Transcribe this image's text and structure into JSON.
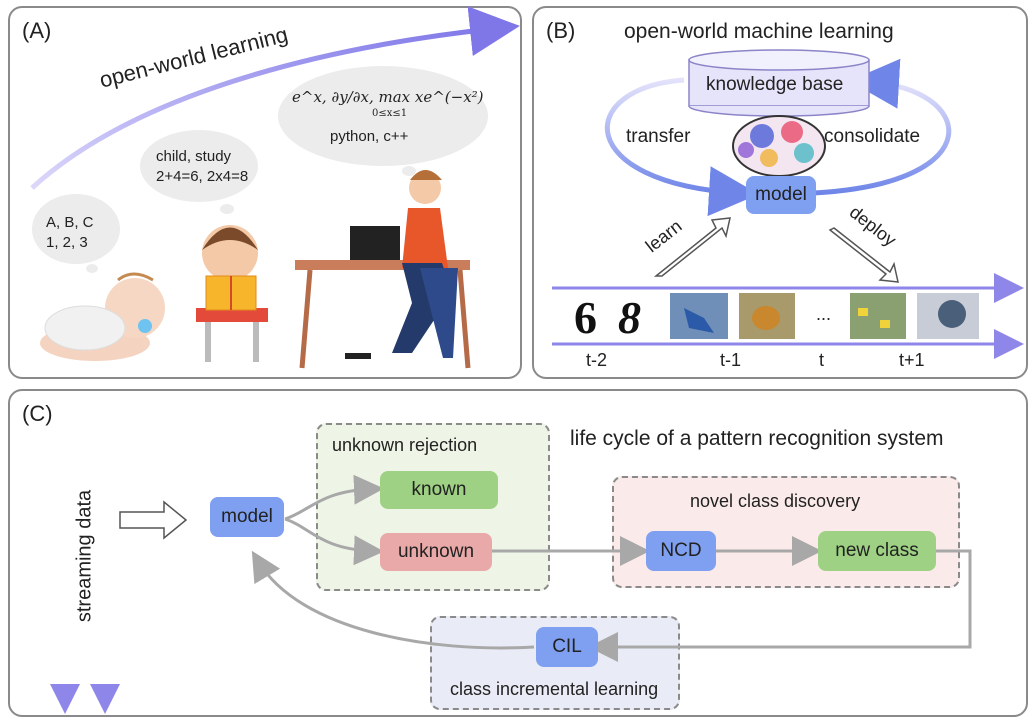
{
  "panel_a": {
    "label": "(A)",
    "trend_label": "open-world learning",
    "bubble_baby": [
      "A, B, C",
      "1, 2, 3"
    ],
    "bubble_child": [
      "child, study",
      "2+4=6, 2x4=8"
    ],
    "bubble_adult_math": "e^x, ∂y/∂x, max xe^(−x²)",
    "bubble_adult_math_sub": "0≤x≤1",
    "bubble_adult_code": "python, c++"
  },
  "panel_b": {
    "label": "(B)",
    "title": "open-world machine learning",
    "knowledge_base": "knowledge base",
    "transfer": "transfer",
    "consolidate": "consolidate",
    "model": "model",
    "learn": "learn",
    "deploy": "deploy",
    "ellipsis": "...",
    "timeline": [
      "t-2",
      "t-1",
      "t",
      "t+1"
    ]
  },
  "panel_c": {
    "label": "(C)",
    "title": "life cycle of a pattern recognition system",
    "streaming": "streaming data",
    "model": "model",
    "unknown_rejection": "unknown rejection",
    "known": "known",
    "unknown": "unknown",
    "novel_class_discovery": "novel class discovery",
    "ncd": "NCD",
    "new_class": "new class",
    "cil": "CIL",
    "class_incremental": "class incremental learning"
  },
  "colors": {
    "accent_purple": "#7b6fe6",
    "model_blue": "#7f9ff0",
    "known_green": "#9ed183",
    "unknown_pink": "#e9a9a9",
    "region_green": "#eef5e6",
    "region_pink": "#fbeaea",
    "region_blue": "#e9ecf6"
  }
}
